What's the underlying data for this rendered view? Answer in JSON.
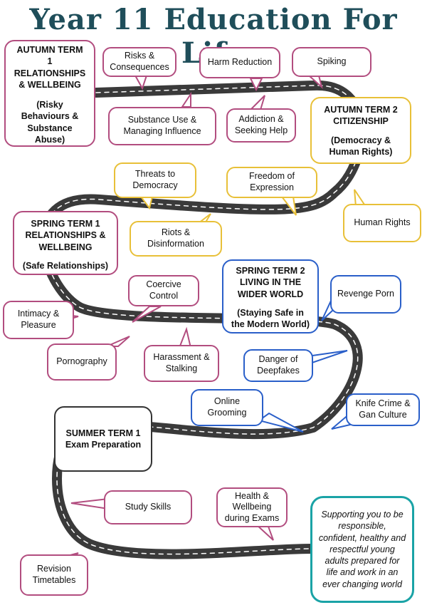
{
  "title": "Year 11 Education For Life",
  "colors": {
    "autumn1": "#b24d7f",
    "autumn2": "#e8c038",
    "spring2": "#2a5fc9",
    "summer": "#333333",
    "mission": "#1aa3a6",
    "title": "#1f4e5a",
    "road": "#3a3a3a"
  },
  "terms": {
    "autumn1": {
      "heading": "AUTUMN TERM\n1\nRELATIONSHIPS\n& WELLBEING",
      "sub": "(Risky\nBehaviours &\nSubstance\nAbuse)"
    },
    "autumn2": {
      "heading": "AUTUMN TERM 2\nCITIZENSHIP",
      "sub": "(Democracy &\nHuman Rights)"
    },
    "spring1": {
      "heading": "SPRING TERM 1\nRELATIONSHIPS &\nWELLBEING",
      "sub": "(Safe Relationships)"
    },
    "spring2": {
      "heading": "SPRING TERM 2\nLIVING IN THE\nWIDER WORLD",
      "sub": "(Staying Safe in\nthe Modern World)"
    },
    "summer1": {
      "heading": "SUMMER TERM 1\nExam Preparation"
    }
  },
  "topics": {
    "risks": "Risks &\nConsequences",
    "harm": "Harm Reduction",
    "spiking": "Spiking",
    "substance": "Substance Use &\nManaging Influence",
    "addiction": "Addiction &\nSeeking Help",
    "threats": "Threats to\nDemocracy",
    "freedom": "Freedom of\nExpression",
    "riots": "Riots &\nDisinformation",
    "human_rights": "Human Rights",
    "coercive": "Coercive\nControl",
    "intimacy": "Intimacy &\nPleasure",
    "pornography": "Pornography",
    "harassment": "Harassment &\nStalking",
    "revenge": "Revenge Porn",
    "deepfakes": "Danger of\nDeepfakes",
    "grooming": "Online\nGrooming",
    "knife": "Knife Crime &\nGan Culture",
    "study": "Study Skills",
    "health": "Health &\nWellbeing\nduring Exams",
    "revision": "Revision\nTimetables"
  },
  "mission": "Supporting you to be responsible, confident, healthy and respectful young adults prepared for life and work in an ever changing world"
}
